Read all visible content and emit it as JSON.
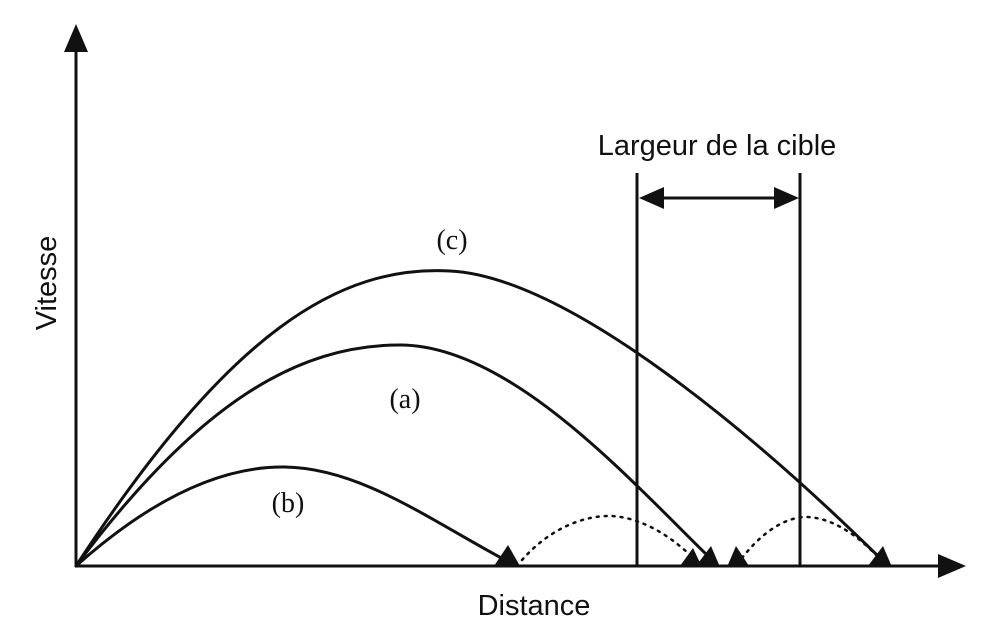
{
  "axes": {
    "x_label": "Distance",
    "y_label": "Vitesse"
  },
  "target": {
    "label": "Largeur de la cible"
  },
  "curves": [
    {
      "id": "c",
      "label": "(c)"
    },
    {
      "id": "a",
      "label": "(a)"
    },
    {
      "id": "b",
      "label": "(b)"
    }
  ],
  "colors": {
    "ink": "#111111",
    "background": "#ffffff"
  }
}
